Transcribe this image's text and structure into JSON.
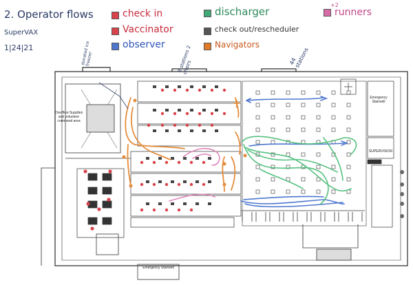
{
  "header": {
    "title": "2. Operator flows",
    "org": "SuperVAX",
    "date": "1|24|21"
  },
  "legend": [
    {
      "label": "check in",
      "color": "#d9434b"
    },
    {
      "label": "Vaccinator",
      "color": "#d9434b"
    },
    {
      "label": "observer",
      "color": "#4d77cf"
    },
    {
      "label": "discharger",
      "color": "#3fa875"
    },
    {
      "label": "check out/rescheduler",
      "color": "#555555"
    },
    {
      "label": "Navigators",
      "color": "#e07b2a"
    },
    {
      "label": "runners",
      "color": "#d86aa5"
    },
    {
      "label": "+2",
      "color": "#d86aa5"
    }
  ],
  "annotations": {
    "donated_ice": "donated ice freezer",
    "stations_two": "8 stations 2 chairs",
    "stations_44": "44 stations",
    "overflow": "Overflow Supplies and volunteer command area",
    "emergency_top": "Emergency Stairwell",
    "emergency_bottom": "Emergency Stairwell",
    "supervision": "SUPERVISION"
  }
}
